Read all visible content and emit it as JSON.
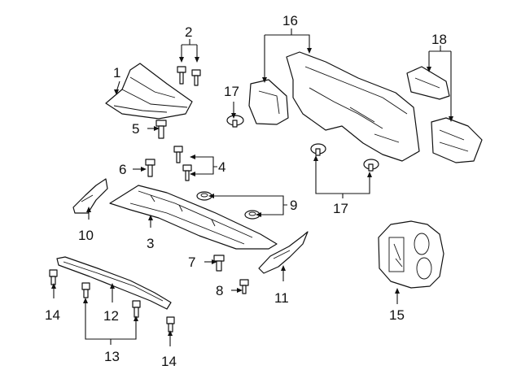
{
  "diagram": {
    "callouts": [
      {
        "id": "c1",
        "text": "1"
      },
      {
        "id": "c2",
        "text": "2"
      },
      {
        "id": "c3",
        "text": "3"
      },
      {
        "id": "c4",
        "text": "4"
      },
      {
        "id": "c5",
        "text": "5"
      },
      {
        "id": "c6",
        "text": "6"
      },
      {
        "id": "c7",
        "text": "7"
      },
      {
        "id": "c8",
        "text": "8"
      },
      {
        "id": "c9",
        "text": "9"
      },
      {
        "id": "c10",
        "text": "10"
      },
      {
        "id": "c11",
        "text": "11"
      },
      {
        "id": "c12",
        "text": "12"
      },
      {
        "id": "c13",
        "text": "13"
      },
      {
        "id": "c14a",
        "text": "14"
      },
      {
        "id": "c14b",
        "text": "14"
      },
      {
        "id": "c15",
        "text": "15"
      },
      {
        "id": "c16",
        "text": "16"
      },
      {
        "id": "c17a",
        "text": "17"
      },
      {
        "id": "c17b",
        "text": "17"
      },
      {
        "id": "c18",
        "text": "18"
      }
    ]
  }
}
